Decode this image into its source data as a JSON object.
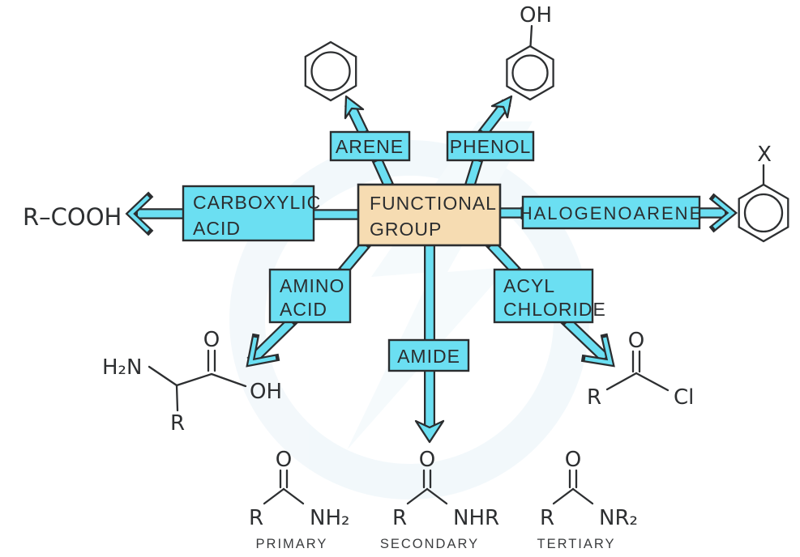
{
  "diagram": {
    "title_hidden": "",
    "center": {
      "line1": "FUNCTIONAL",
      "line2": "GROUP"
    },
    "boxes": {
      "arene": "ARENE",
      "phenol": "PHENOL",
      "carboxylic_line1": "CARBOXYLIC",
      "carboxylic_line2": "ACID",
      "halogenoarene": "HALOGENOARENE",
      "amino_line1": "AMINO",
      "amino_line2": "ACID",
      "acyl_line1": "ACYL",
      "acyl_line2": "CHLORIDE",
      "amide": "AMIDE"
    },
    "structures": {
      "carboxylic_formula": "R–COOH",
      "phenol_oh": "OH",
      "halogeno_x": "X",
      "amino": {
        "h2n": "H₂N",
        "o": "O",
        "oh": "OH",
        "r": "R"
      },
      "acyl": {
        "o": "O",
        "r": "R",
        "cl": "Cl"
      },
      "amides": [
        {
          "o": "O",
          "r": "R",
          "n": "NH₂",
          "label": "PRIMARY"
        },
        {
          "o": "O",
          "r": "R",
          "n": "NHR",
          "label": "SECONDARY"
        },
        {
          "o": "O",
          "r": "R",
          "n": "NR₂",
          "label": "TERTIARY"
        }
      ]
    },
    "colors": {
      "box_fill": "#6bdff2",
      "center_fill": "#f6dcb2",
      "outline": "#2b2d2f",
      "bond": "#2d2f31"
    }
  }
}
